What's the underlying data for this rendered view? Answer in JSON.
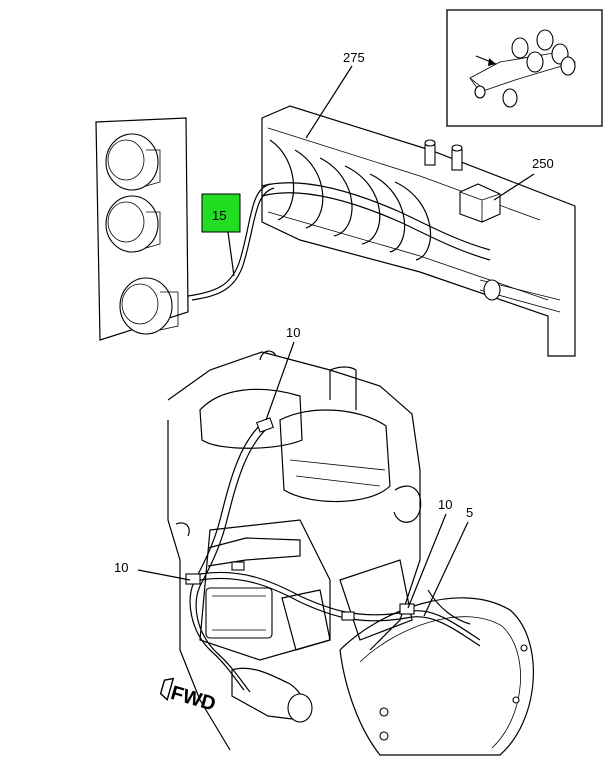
{
  "callouts": {
    "c275": "275",
    "c250": "250",
    "c15": "15",
    "c10a": "10",
    "c10b": "10",
    "c10c": "10",
    "c5": "5"
  },
  "highlight_color": "#22dd22",
  "fwd_label": "FWD"
}
